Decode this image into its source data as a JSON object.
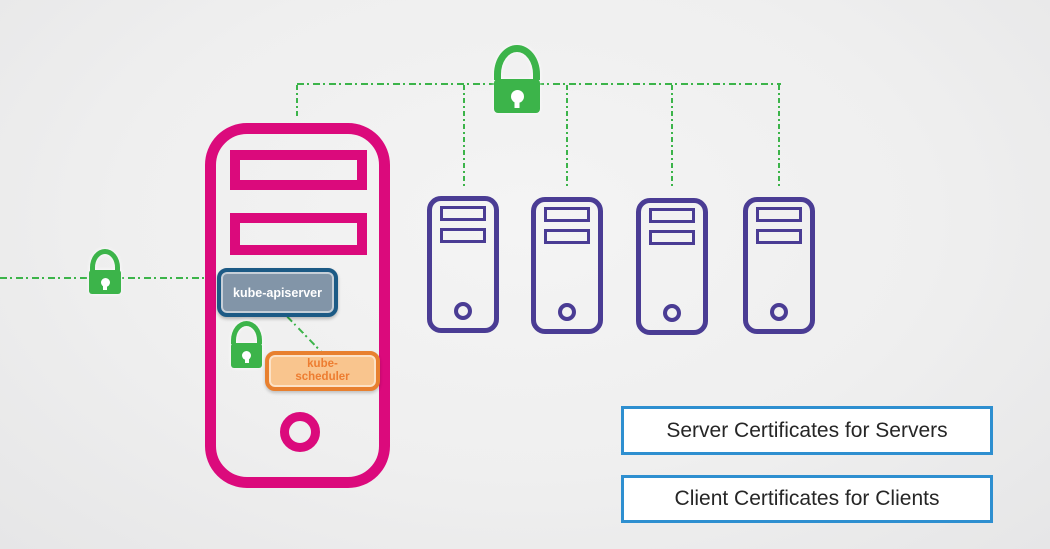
{
  "master_node": {
    "apiserver": {
      "label": "kube-apiserver"
    },
    "scheduler": {
      "line1": "kube-",
      "line2": "scheduler"
    }
  },
  "worker_nodes": {
    "count": 4
  },
  "legend": {
    "server_certificates": {
      "label": "Server Certificates for Servers"
    },
    "client_certificates": {
      "label": "Client Certificates for Clients"
    }
  },
  "icons": {
    "top": "padlock-icon",
    "left": "padlock-icon",
    "scheduler": "padlock-icon"
  },
  "colors": {
    "magenta": "#DB0A7C",
    "purple": "#4A3C94",
    "green": "#3CB44A",
    "apiserver_border": "#1C5A85",
    "apiserver_fill": "#8295A8",
    "scheduler_border": "#E8802F",
    "scheduler_fill": "#F9C58E",
    "scheduler_text": "#ED7D31",
    "legend_border": "#2E8FD0",
    "legend_text": "#262626",
    "background": "#EFEFEF"
  }
}
